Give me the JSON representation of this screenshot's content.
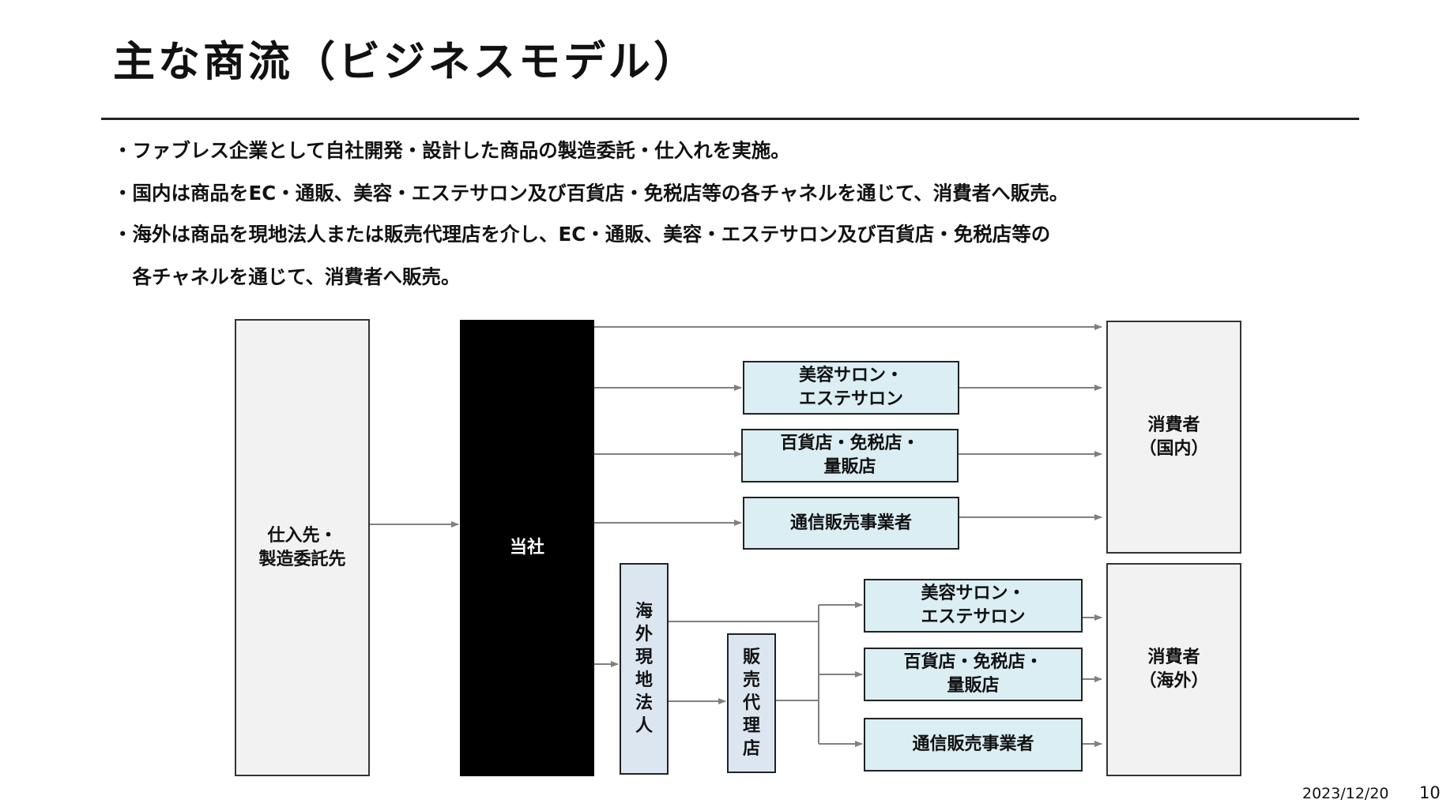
{
  "title": "主な商流（ビジネスモデル）",
  "bullets": [
    "・ファブレス企業として自社開発・設計した商品の製造委託・仕入れを実施。",
    "・国内は商品をEC・通販、美容・エステサロン及び百貨店・免税店等の各チャネルを通じて、消費者へ販売。",
    "・海外は商品を現地法人または販売代理店を介し、EC・通販、美容・エステサロン及び百貨店・免税店等の",
    "　各チャネルを通じて、消費者へ販売。"
  ],
  "diagram": {
    "supplier": "仕入先・\n製造委託先",
    "company": "当社",
    "domestic_channels": {
      "salon": "美容サロン・\nエステサロン",
      "department": "百貨店・免税店・\n量販店",
      "mail_order": "通信販売事業者"
    },
    "consumer_domestic": "消費者\n（国内）",
    "overseas_subsidiary": "海\n外\n現\n地\n法\n人",
    "sales_agent": "販\n売\n代\n理\n店",
    "overseas_channels": {
      "salon": "美容サロン・\nエステサロン",
      "department": "百貨店・免税店・\n量販店",
      "mail_order": "通信販売事業者"
    },
    "consumer_overseas": "消費者\n（海外）"
  },
  "footer": {
    "date": "2023/12/20",
    "page": "10"
  }
}
